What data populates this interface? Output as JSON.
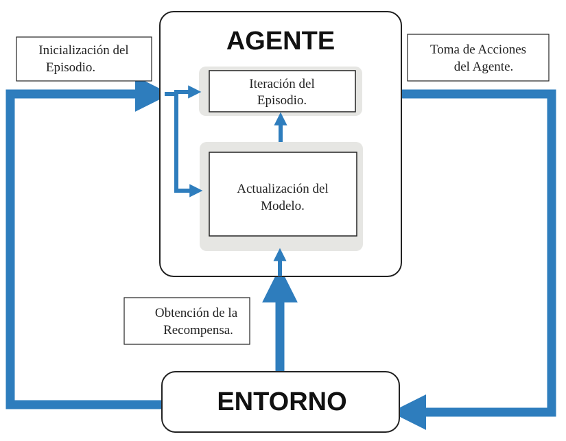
{
  "colors": {
    "flow": "#2e7dbd",
    "box_border": "#222222",
    "inner_panel": "#e6e6e3",
    "background": "#ffffff"
  },
  "agent": {
    "title": "AGENTE"
  },
  "environment": {
    "title": "ENTORNO"
  },
  "iteration_box": {
    "line1": "Iteración del",
    "line2": "Episodio."
  },
  "update_box": {
    "line1": "Actualización del",
    "line2": "Modelo."
  },
  "labels": {
    "init_line1": "Inicialización del",
    "init_line2": "Episodio.",
    "actions_line1": "Toma de Acciones",
    "actions_line2": "del Agente.",
    "reward_line1": "Obtención de la",
    "reward_line2": "Recompensa."
  }
}
